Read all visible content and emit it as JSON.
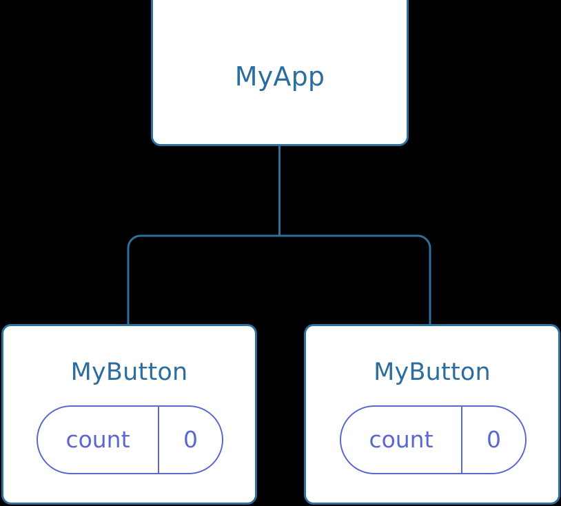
{
  "diagram": {
    "type": "component-tree",
    "background_color": "#000000",
    "card_border_color": "#2d6f9e",
    "card_background_color": "#ffffff",
    "title_text_color": "#2a6d9e",
    "badge_color": "#5c67cf",
    "connector_color": "#2d6f9e",
    "root": {
      "title": "MyApp"
    },
    "children": [
      {
        "title": "MyButton",
        "state": {
          "key": "count",
          "value": "0"
        }
      },
      {
        "title": "MyButton",
        "state": {
          "key": "count",
          "value": "0"
        }
      }
    ]
  }
}
